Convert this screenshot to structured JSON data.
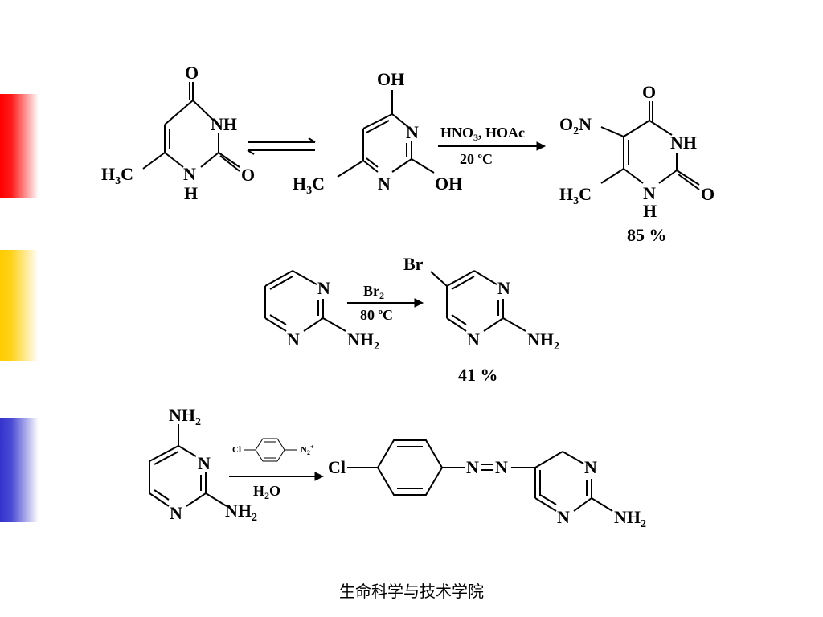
{
  "colors": {
    "bar_top": "#ff0000",
    "bar_middle": "#ffcc00",
    "bar_bottom": "#3333cc"
  },
  "reaction1": {
    "reagent_line1": "HNO3, HOAc",
    "reagent_line2": "20 oC",
    "yield": "85 %"
  },
  "reaction2": {
    "reagent_line1": "Br2",
    "reagent_line2": "80 oC",
    "yield": "41 %"
  },
  "reaction3": {
    "reagent_line": "H2O",
    "reagent_small_left": "Cl",
    "reagent_small_right": "N2+"
  },
  "footer": {
    "text": "生命科学与技术学院"
  }
}
